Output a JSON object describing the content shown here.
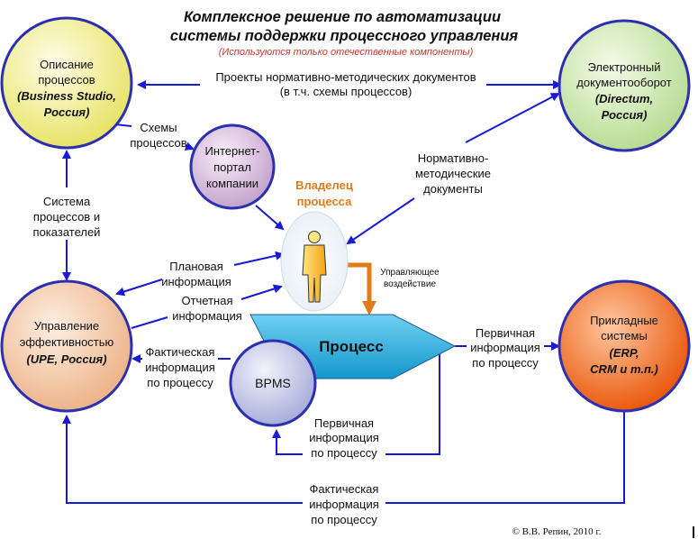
{
  "title": {
    "line1": "Комплексное решение по автоматизации",
    "line2": "системы поддержки процессного управления",
    "subtitle": "(Используются только отечественные компоненты)"
  },
  "nodes": {
    "business_studio": {
      "l1": "Описание",
      "l2": "процессов",
      "l3": "(Business Studio,",
      "l4": "Россия)",
      "color": "#f2f08a"
    },
    "directum": {
      "l1": "Электронный",
      "l2": "документооборот",
      "l3": "(Directum,",
      "l4": "Россия)",
      "color": "#cfe7b0"
    },
    "portal": {
      "l1": "Интернет-",
      "l2": "портал",
      "l3": "компании",
      "color": "#d9c3de"
    },
    "upe": {
      "l1": "Управление",
      "l2": "эффективностью",
      "l3": "(UPE, Россия)",
      "color": "#f4c9a8"
    },
    "erp": {
      "l1": "Прикладные",
      "l2": "системы",
      "l3": "(ERP,",
      "l4": "CRM и т.п.)",
      "color": "#f07a2a"
    },
    "bpms": {
      "label": "BPMS",
      "color": "#c9cde8"
    },
    "process": {
      "label": "Процесс",
      "color": "#2bb0e0"
    },
    "owner": {
      "l1": "Владелец",
      "l2": "процесса"
    }
  },
  "labels": {
    "projects": {
      "l1": "Проекты нормативно-методических документов",
      "l2": "(в т.ч.  схемы процессов)"
    },
    "schemes": {
      "l1": "Схемы",
      "l2": "процессов"
    },
    "norm_docs": {
      "l1": "Нормативно-",
      "l2": "методические",
      "l3": "документы"
    },
    "system": {
      "l1": "Система",
      "l2": "процессов и",
      "l3": "показателей"
    },
    "planned": {
      "l1": "Плановая",
      "l2": "информация"
    },
    "reporting": {
      "l1": "Отчетная",
      "l2": "информация"
    },
    "control": {
      "l1": "Управляющее",
      "l2": "воздействие"
    },
    "primary_right": {
      "l1": "Первичная",
      "l2": "информация",
      "l3": "по процессу"
    },
    "actual_left": {
      "l1": "Фактическая",
      "l2": "информация",
      "l3": "по процессу"
    },
    "primary_bottom": {
      "l1": "Первичная",
      "l2": "информация",
      "l3": "по процессу"
    },
    "actual_bottom": {
      "l1": "Фактическая",
      "l2": "информация",
      "l3": "по процессу"
    }
  },
  "copyright": "© В.В. Репин, 2010 г.",
  "colors": {
    "arrow": "#1a1ad6",
    "orange": "#e07b1a",
    "title_sub": "#c0392b"
  }
}
